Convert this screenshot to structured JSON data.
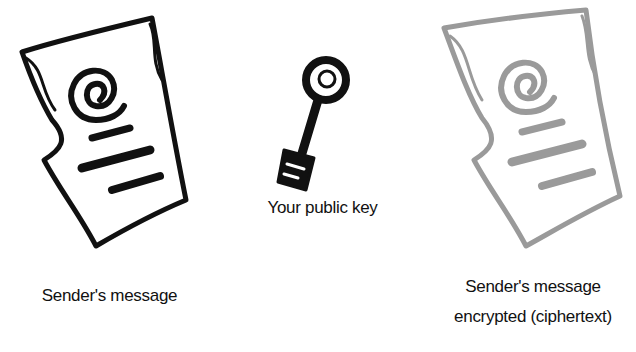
{
  "diagram": {
    "labels": [
      "Sender's message",
      "Your public key",
      "Sender's message encrypted (ciphertext)"
    ]
  }
}
